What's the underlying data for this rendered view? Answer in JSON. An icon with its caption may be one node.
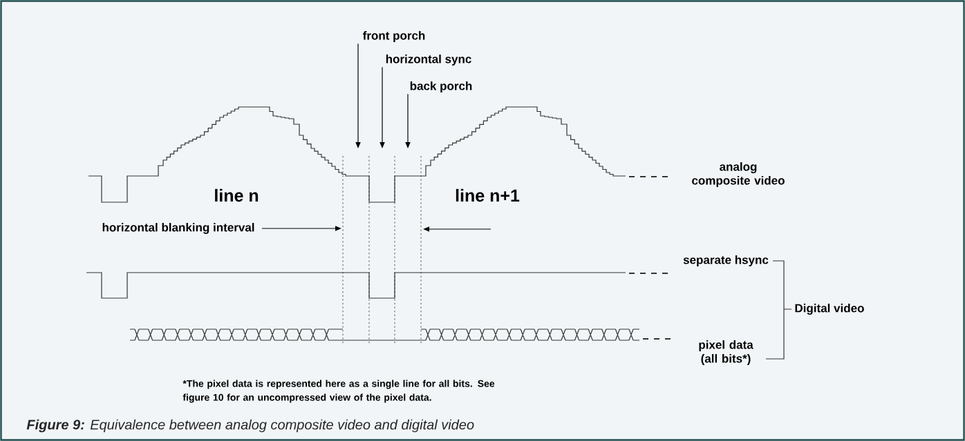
{
  "diagram": {
    "caption": "**Figure 9:** Equivalence between analog composite video and digital video",
    "nodes": [
      {
        "text": [
          "front porch"
        ]
      },
      {
        "text": [
          "horizontal sync"
        ]
      },
      {
        "text": [
          "back porch"
        ]
      },
      {
        "text": [
          "horizontal blanking interval"
        ]
      }
    ],
    "edges": [
      {
        "from": 0,
        "to": null,
        "arrow": "to"
      },
      {
        "from": 1,
        "to": null,
        "arrow": "to"
      },
      {
        "from": 2,
        "to": null,
        "arrow": "to"
      },
      {
        "from": 3,
        "to": null,
        "arrow": "to"
      }
    ],
    "labels": [
      "line n",
      "line n+1",
      "analog composite video",
      "separate hsync",
      "pixel data (all bits*)",
      "Digital video",
      "*The pixel data is represented here as a single line for all bits. See figure 10 for an uncompressed view of the pixel data."
    ]
  }
}
